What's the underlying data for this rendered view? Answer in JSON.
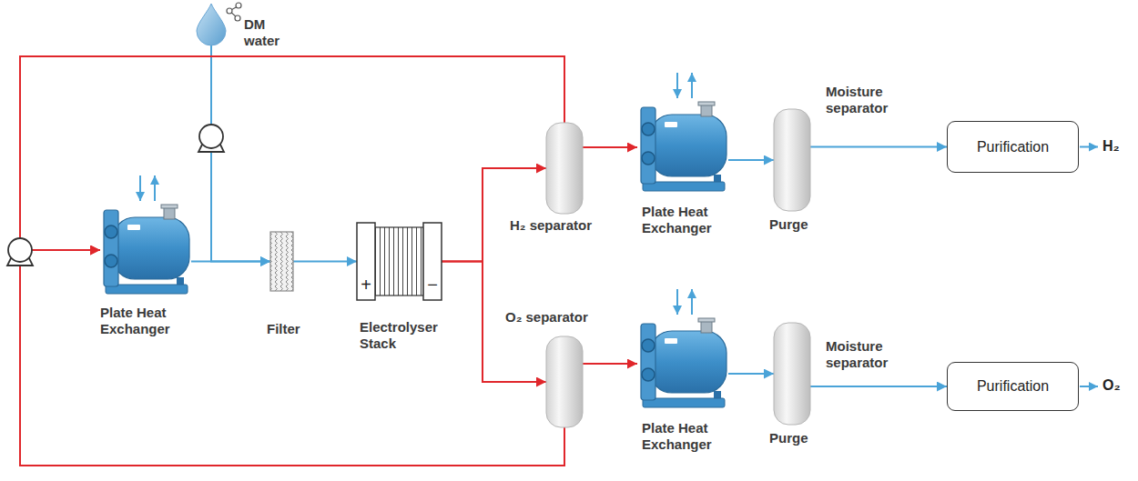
{
  "diagram": {
    "nodes": [
      {
        "text": [
          "DM water"
        ]
      },
      {
        "text": [
          "Plate Heat Exchanger"
        ]
      },
      {
        "text": [
          "Filter"
        ]
      },
      {
        "text": [
          "Electrolyser Stack"
        ]
      },
      {
        "text": [
          "H₂ separator"
        ]
      },
      {
        "text": [
          "Plate Heat Exchanger"
        ]
      },
      {
        "text": [
          "Purge"
        ]
      },
      {
        "text": [
          "Purification"
        ]
      },
      {
        "text": [
          "O₂ separator"
        ]
      },
      {
        "text": [
          "Plate Heat Exchanger"
        ]
      },
      {
        "text": [
          "Purge"
        ]
      },
      {
        "text": [
          "Purification"
        ]
      }
    ],
    "edges": [
      {
        "from": 0,
        "to": 2,
        "arrow": "to"
      },
      {
        "from": 1,
        "to": 2,
        "arrow": "to"
      },
      {
        "from": 2,
        "to": 3,
        "arrow": "to"
      },
      {
        "from": 3,
        "to": 4,
        "arrow": "to"
      },
      {
        "from": 3,
        "to": 8,
        "arrow": "to"
      },
      {
        "from": 4,
        "to": 5,
        "arrow": "to"
      },
      {
        "from": 5,
        "to": 6,
        "arrow": "to"
      },
      {
        "from": 6,
        "to": 7,
        "label": "Moisture separator",
        "arrow": "to"
      },
      {
        "from": 8,
        "to": 9,
        "arrow": "to"
      },
      {
        "from": 9,
        "to": 10,
        "arrow": "to"
      },
      {
        "from": 10,
        "to": 11,
        "label": "Moisture separator",
        "arrow": "to"
      },
      {
        "from": 4,
        "to": 1,
        "arrow": "to"
      },
      {
        "from": 8,
        "to": 1,
        "arrow": "to"
      }
    ],
    "labels": [
      "+",
      "−",
      "H₂",
      "O₂"
    ]
  }
}
